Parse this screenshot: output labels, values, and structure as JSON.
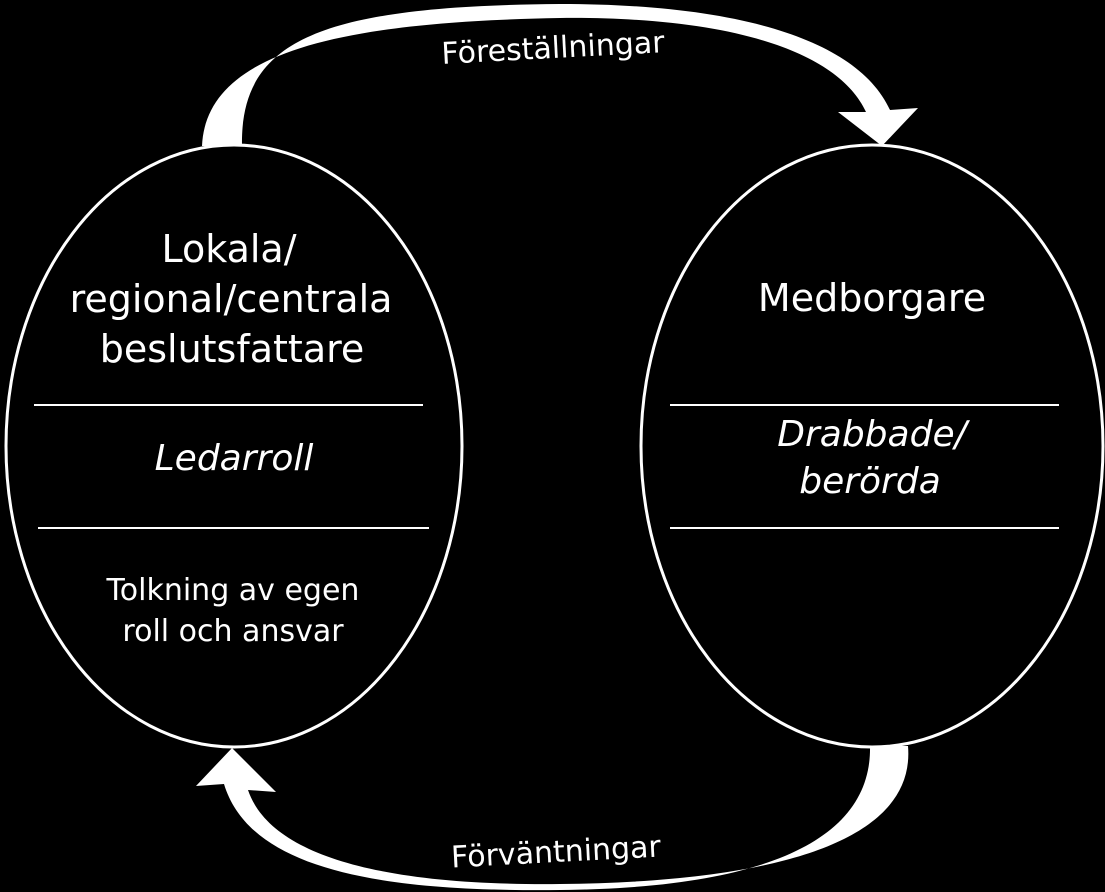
{
  "colors": {
    "background": "#000000",
    "foreground": "#ffffff"
  },
  "left_node": {
    "title_lines": [
      "Lokala/",
      "regional/centrala",
      "beslutsfattare"
    ],
    "role": "Ledarroll",
    "detail_lines": [
      "Tolkning av egen",
      "roll och ansvar"
    ]
  },
  "right_node": {
    "title": "Medborgare",
    "role_lines": [
      "Drabbade/",
      "berörda"
    ]
  },
  "arrows": {
    "top_label": "Föreställningar",
    "bottom_label": "Förväntningar"
  }
}
